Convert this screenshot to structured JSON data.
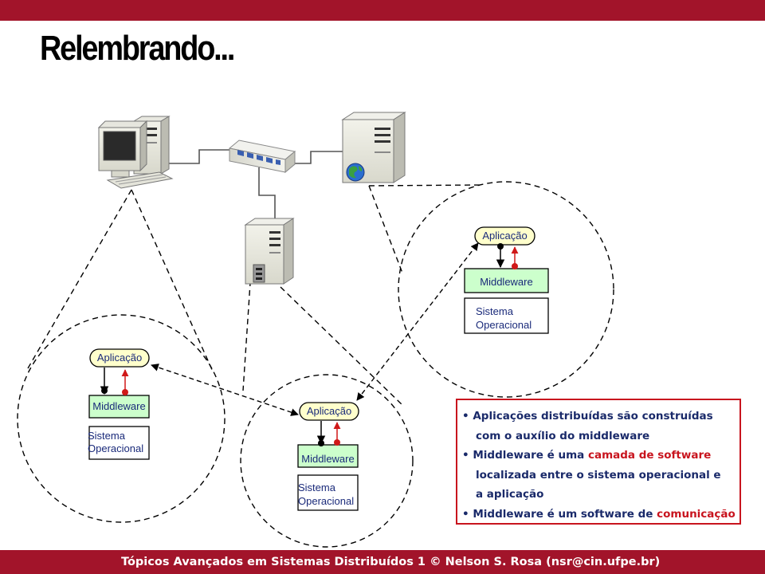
{
  "header": {
    "title": "Relembrando..."
  },
  "stacks": {
    "left": {
      "app": "Aplicação",
      "mw": "Middleware",
      "so1": "Sistema",
      "so2": "Operacional"
    },
    "middle": {
      "app": "Aplicação",
      "mw": "Middleware",
      "so1": "Sistema",
      "so2": "Operacional"
    },
    "right": {
      "app": "Aplicação",
      "mw": "Middleware",
      "so1": "Sistema",
      "so2": "Operacional"
    }
  },
  "bullets": {
    "b1_line1": "Aplicações distribuídas são construídas",
    "b1_line2": "com o auxílio  do middleware",
    "b2_pre": "Middleware é uma ",
    "b2_hl": "camada de software",
    "b2_line2": "localizada entre o sistema operacional e",
    "b2_line3": "a aplicação",
    "b3_pre": "Middleware é um software de ",
    "b3_hl": "comunicação"
  },
  "footer": {
    "text": "Tópicos Avançados em Sistemas Distribuídos 1 © Nelson S. Rosa (nsr@cin.ufpe.br)"
  },
  "colors": {
    "accent": "#a2142a",
    "stack_text": "#1a2a7a",
    "highlight": "#c8141e",
    "app_fill": "#ffffcc",
    "mw_fill": "#ccffcc"
  },
  "icons": [
    "desktop-computer-icon",
    "network-switch-icon",
    "web-server-icon",
    "file-server-icon"
  ]
}
